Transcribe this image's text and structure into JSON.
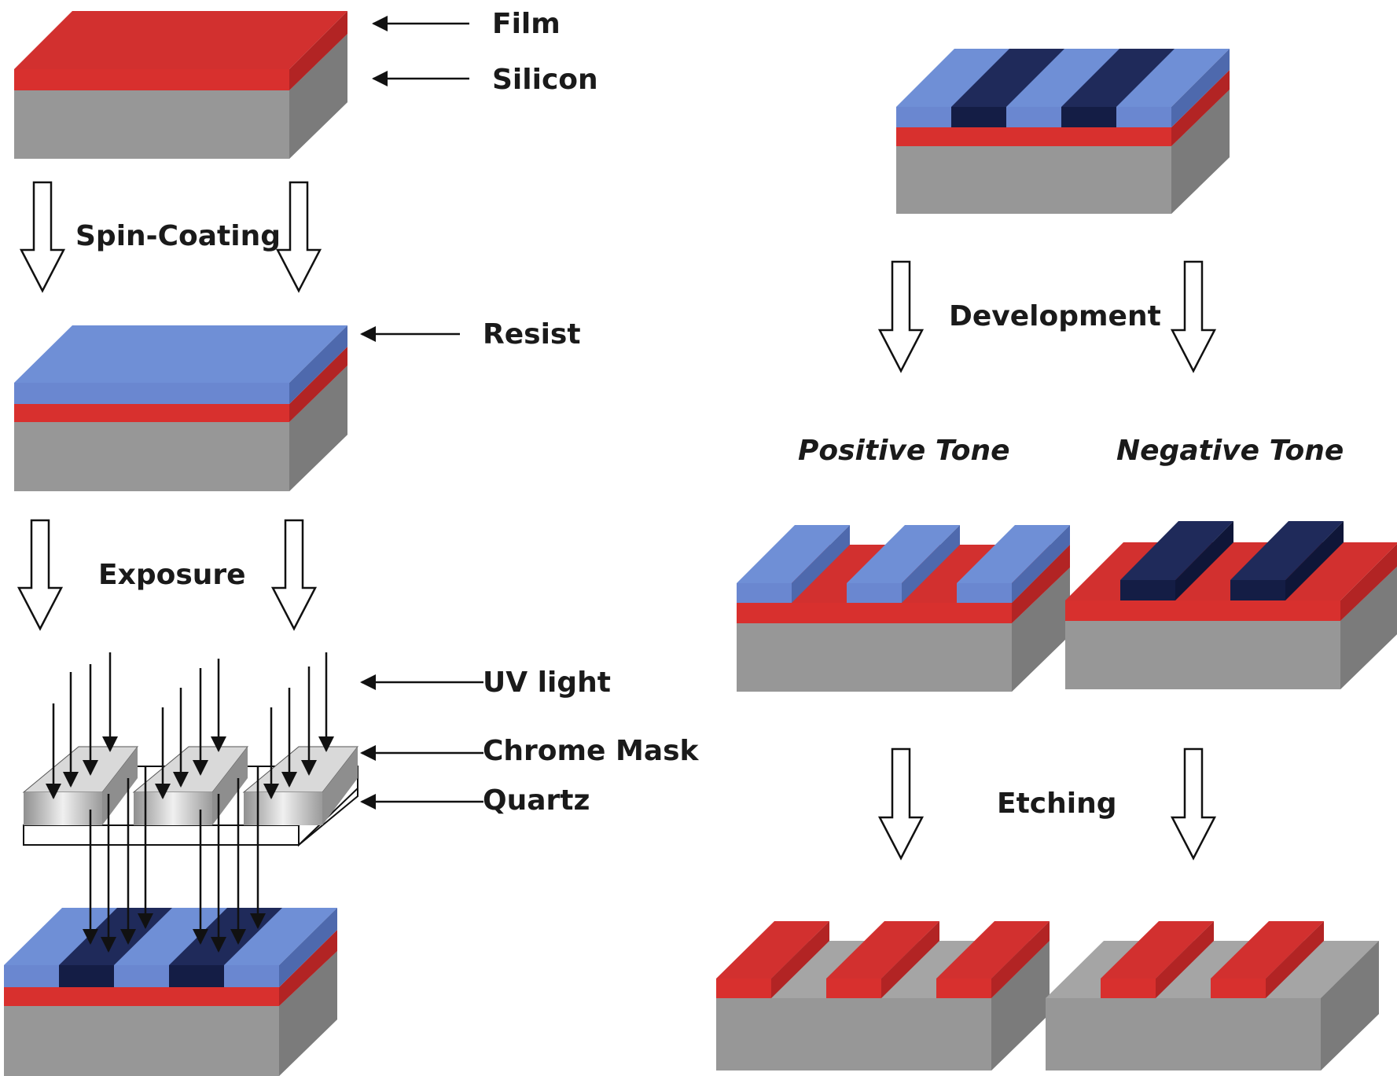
{
  "labels": {
    "film": "Film",
    "silicon": "Silicon",
    "resist": "Resist",
    "uv_light": "UV light",
    "chrome_mask": "Chrome Mask",
    "quartz": "Quartz"
  },
  "steps": {
    "spin_coating": "Spin-Coating",
    "exposure": "Exposure",
    "development": "Development",
    "etching": "Etching"
  },
  "tones": {
    "positive": "Positive Tone",
    "negative": "Negative Tone"
  },
  "colors": {
    "film_red": "#d2302f",
    "silicon_gray": "#979797",
    "resist_blue": "#6f8fd6",
    "exposed_navy": "#1f2a5a",
    "mask_silver": "#c9c9c9",
    "quartz_white": "#ffffff"
  }
}
